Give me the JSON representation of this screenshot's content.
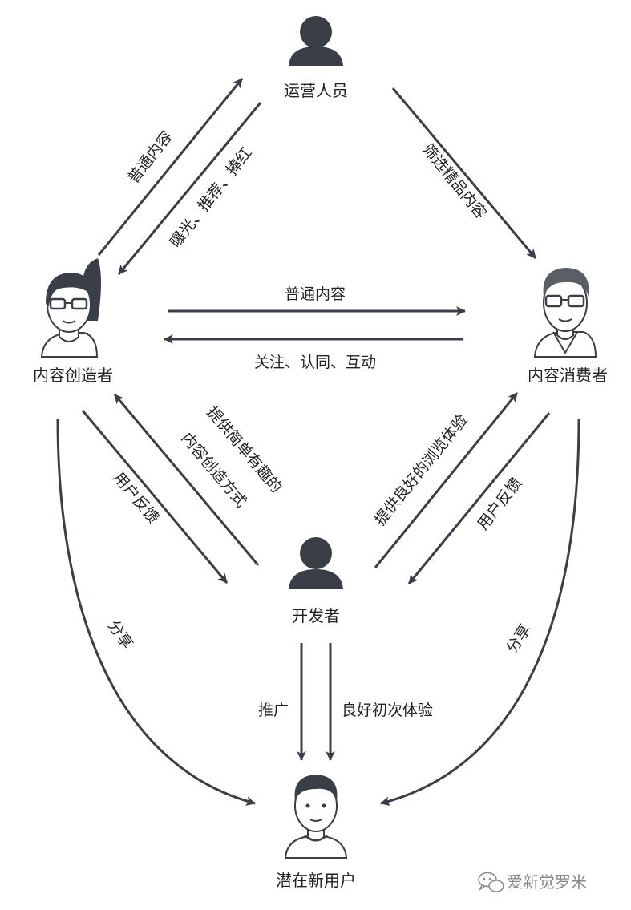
{
  "colors": {
    "line": "#3a3f47",
    "figure_dark": "#3a3f47",
    "figure_light": "#ffffff",
    "text": "#222222",
    "watermark": "#8a8a8a"
  },
  "nodes": {
    "operator": {
      "label": "运营人员",
      "icon": "person-silhouette-icon"
    },
    "creator": {
      "label": "内容创造者",
      "icon": "woman-with-glasses-icon"
    },
    "consumer": {
      "label": "内容消费者",
      "icon": "man-with-glasses-icon"
    },
    "developer": {
      "label": "开发者",
      "icon": "person-silhouette-icon"
    },
    "new_user": {
      "label": "潜在新用户",
      "icon": "man-avatar-icon"
    }
  },
  "edges": {
    "creator_to_operator": "普通内容",
    "operator_to_creator": "曝光、推荐、捧红",
    "operator_to_consumer": "筛选精品内容",
    "creator_to_consumer": "普通内容",
    "consumer_to_creator": "关注、认同、互动",
    "developer_to_creator_line1": "提供简单有趣的",
    "developer_to_creator_line2": "内容创造方式",
    "creator_to_developer": "用户反馈",
    "developer_to_consumer": "提供良好的浏览体验",
    "consumer_to_developer": "用户反馈",
    "creator_to_new_user": "分享",
    "consumer_to_new_user": "分享",
    "developer_to_new_user_promo": "推广",
    "developer_to_new_user_experience": "良好初次体验"
  },
  "watermark": {
    "text": "爱新觉罗米",
    "icon": "wechat-icon"
  }
}
